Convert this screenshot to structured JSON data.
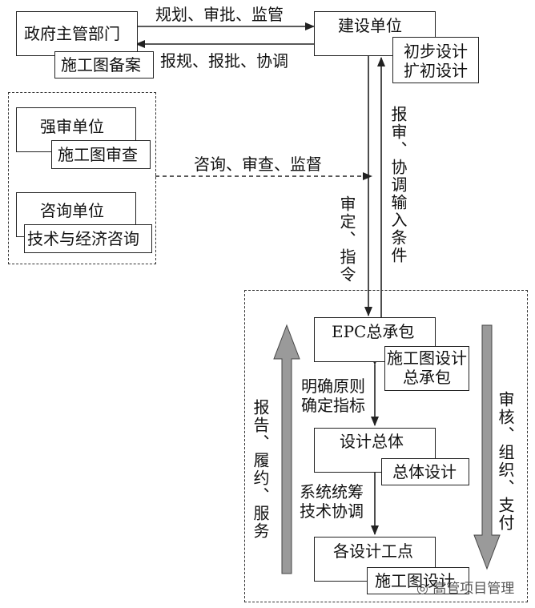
{
  "nodes": {
    "gov": {
      "label": "政府主管部门",
      "sub": "施工图备案"
    },
    "owner": {
      "label": "建设单位",
      "sub": "初步设计\n扩初设计"
    },
    "review": {
      "label": "强审单位",
      "sub": "施工图审查"
    },
    "consult": {
      "label": "咨询单位",
      "sub": "技术与经济咨询"
    },
    "epc": {
      "label": "EPC总承包",
      "sub": "施工图设计\n总承包"
    },
    "design_lead": {
      "label": "设计总体",
      "sub": "总体设计"
    },
    "design_units": {
      "label": "各设计工点",
      "sub": "施工图设计"
    }
  },
  "edges": {
    "owner_to_gov": "报规、报批、协调",
    "gov_to_owner": "规划、审批、监管",
    "consult_to_line": "咨询、审查、监督",
    "owner_to_epc": "审定、指令",
    "epc_to_owner": "报审、协调输入条件",
    "epc_design_lead": "明确原则\n确定指标",
    "lead_units": "系统统筹\n技术协调",
    "up_arrow": "报告、履约、服务",
    "down_arrow": "审核、组织、支付"
  },
  "watermark": "高管项目管理",
  "colors": {
    "line": "#222222",
    "big_arrow": "#9a9a9a"
  }
}
